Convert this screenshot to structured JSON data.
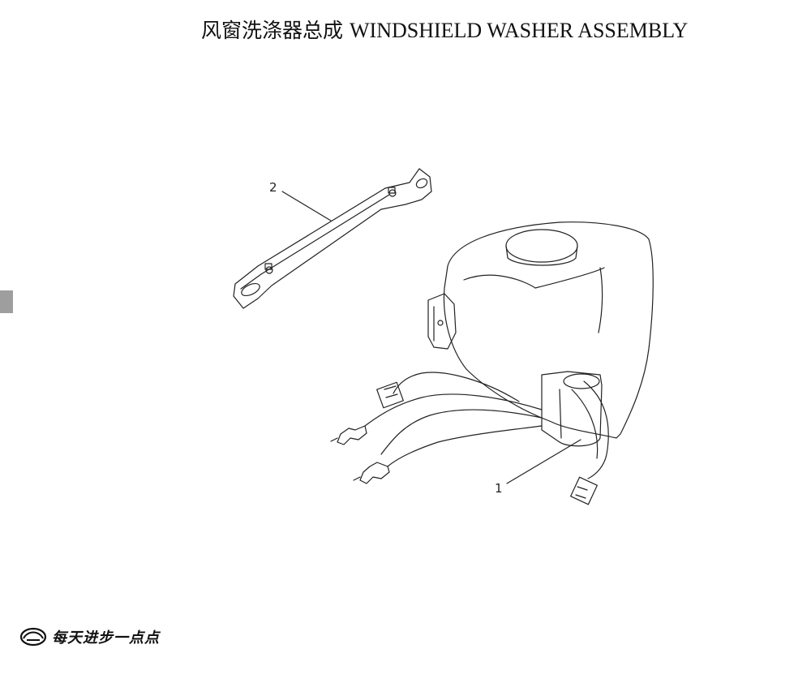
{
  "header": {
    "title_cn": "风窗洗涤器总成",
    "title_en": "WINDSHIELD WASHER ASSEMBLY"
  },
  "diagram": {
    "callouts": [
      {
        "id": "1",
        "label": "1"
      },
      {
        "id": "2",
        "label": "2"
      }
    ]
  },
  "footer": {
    "slogan": "每天进步一点点",
    "logo_icon": "brand-logo-icon"
  }
}
